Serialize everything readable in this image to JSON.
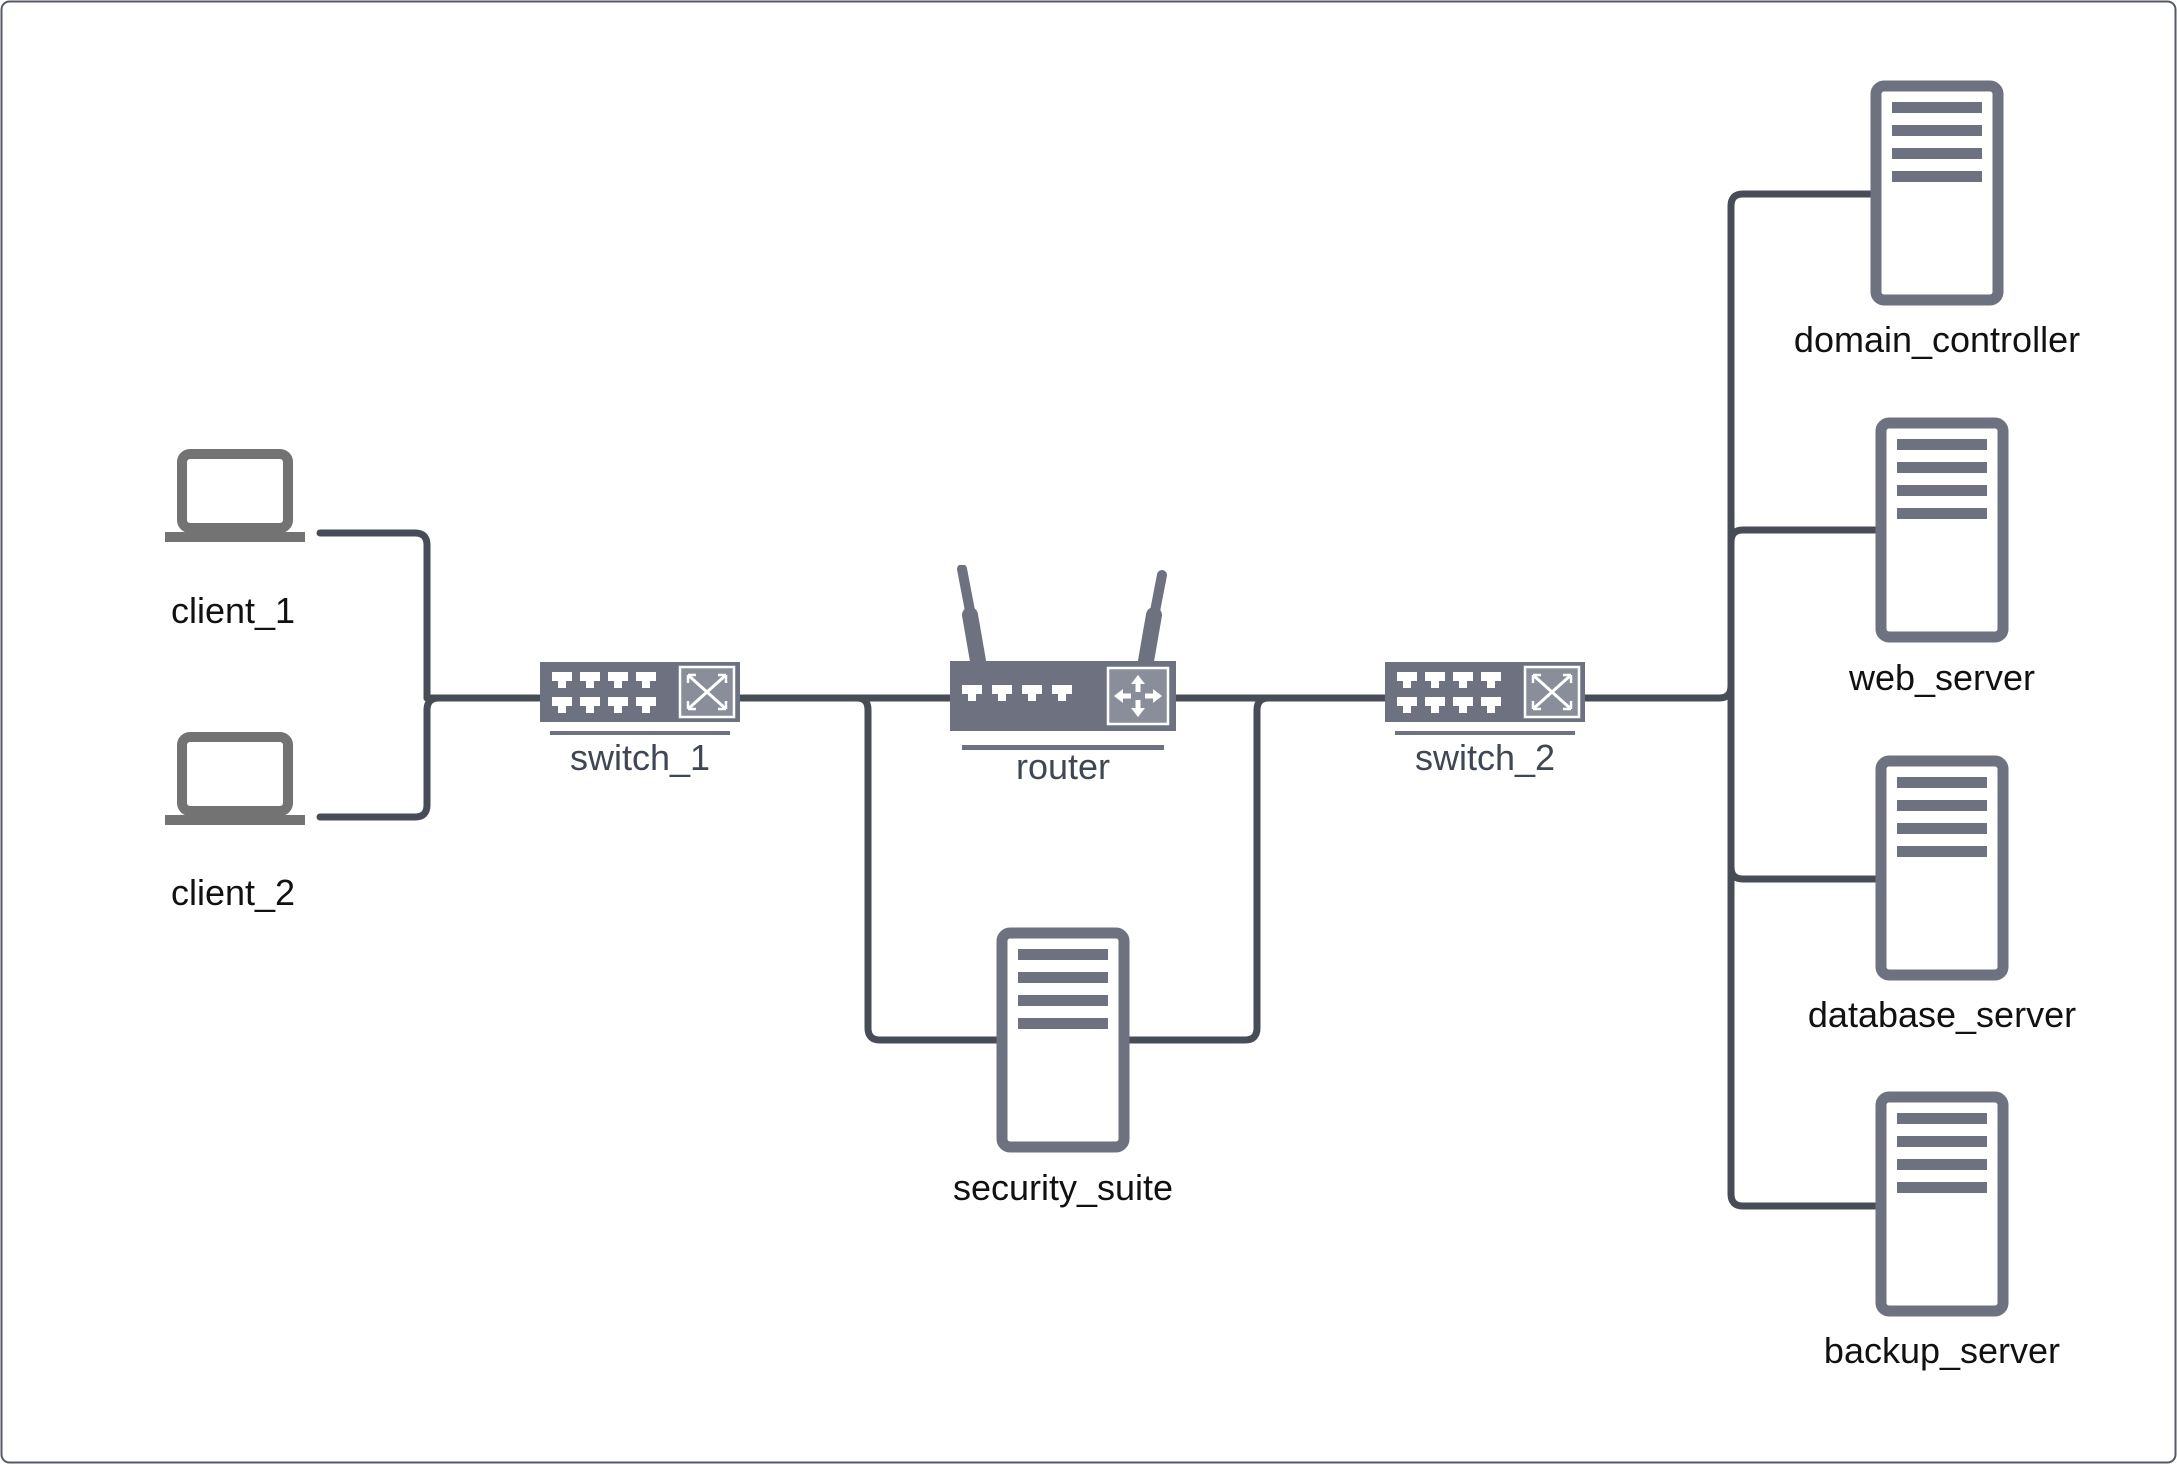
{
  "nodes": {
    "client_1": "client_1",
    "client_2": "client_2",
    "switch_1": "switch_1",
    "router": "router",
    "switch_2": "switch_2",
    "security_suite": "security_suite",
    "domain_controller": "domain_controller",
    "web_server": "web_server",
    "database_server": "database_server",
    "backup_server": "backup_server"
  },
  "colors": {
    "device": "#6e7280",
    "laptop": "#737373",
    "link": "#474c57",
    "label": "#111111",
    "network_label": "#3f4654"
  },
  "icons": {
    "client": "laptop-icon",
    "switch": "switch-icon",
    "router": "router-icon",
    "server": "server-icon"
  }
}
